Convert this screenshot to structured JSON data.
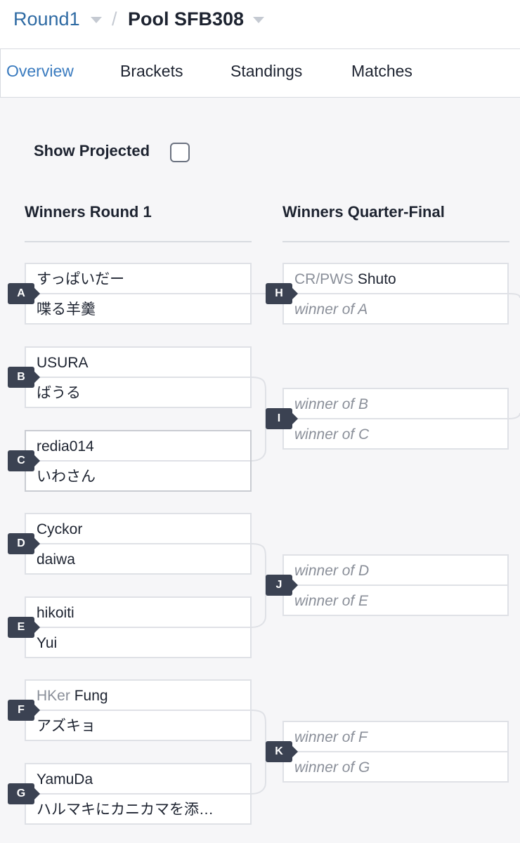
{
  "header": {
    "round_label": "Round1",
    "separator": "/",
    "pool_label": "Pool SFB308"
  },
  "tabs": [
    "Overview",
    "Brackets",
    "Standings",
    "Matches"
  ],
  "active_tab": "Overview",
  "show_projected": {
    "label": "Show Projected",
    "checked": false
  },
  "rounds": {
    "r1_title": "Winners Round 1",
    "r2_title": "Winners Quarter-Final"
  },
  "matches": {
    "A": {
      "label": "A",
      "top": {
        "name": "すっぱいだー"
      },
      "bottom": {
        "name": "喋る羊羹"
      }
    },
    "B": {
      "label": "B",
      "top": {
        "name": "USURA"
      },
      "bottom": {
        "name": "ばうる"
      }
    },
    "C": {
      "label": "C",
      "top": {
        "name": "redia014"
      },
      "bottom": {
        "name": "いわさん"
      }
    },
    "D": {
      "label": "D",
      "top": {
        "name": "Cyckor"
      },
      "bottom": {
        "name": "daiwa"
      }
    },
    "E": {
      "label": "E",
      "top": {
        "name": "hikoiti"
      },
      "bottom": {
        "name": "Yui"
      }
    },
    "F": {
      "label": "F",
      "top": {
        "prefix": "HKer",
        "name": "Fung"
      },
      "bottom": {
        "name": "アズキョ"
      }
    },
    "G": {
      "label": "G",
      "top": {
        "name": "YamuDa"
      },
      "bottom": {
        "name": "ハルマキにカニカマを添…"
      }
    },
    "H": {
      "label": "H",
      "top": {
        "prefix": "CR/PWS",
        "name": "Shuto"
      },
      "bottom": {
        "name": "winner of A"
      }
    },
    "I": {
      "label": "I",
      "top": {
        "name": "winner of B"
      },
      "bottom": {
        "name": "winner of C"
      }
    },
    "J": {
      "label": "J",
      "top": {
        "name": "winner of D"
      },
      "bottom": {
        "name": "winner of E"
      }
    },
    "K": {
      "label": "K",
      "top": {
        "name": "winner of F"
      },
      "bottom": {
        "name": "winner of G"
      }
    }
  },
  "colors": {
    "accent": "#3a7bbf",
    "badge": "#3b4252",
    "muted": "#8a8f99"
  }
}
